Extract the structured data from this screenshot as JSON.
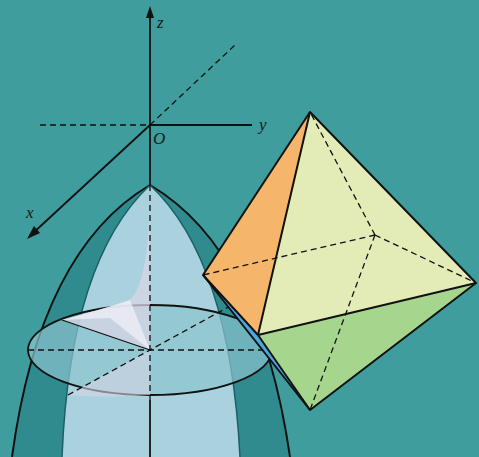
{
  "diagram": {
    "labels": [
      "z",
      "O",
      "y",
      "x"
    ]
  }
}
